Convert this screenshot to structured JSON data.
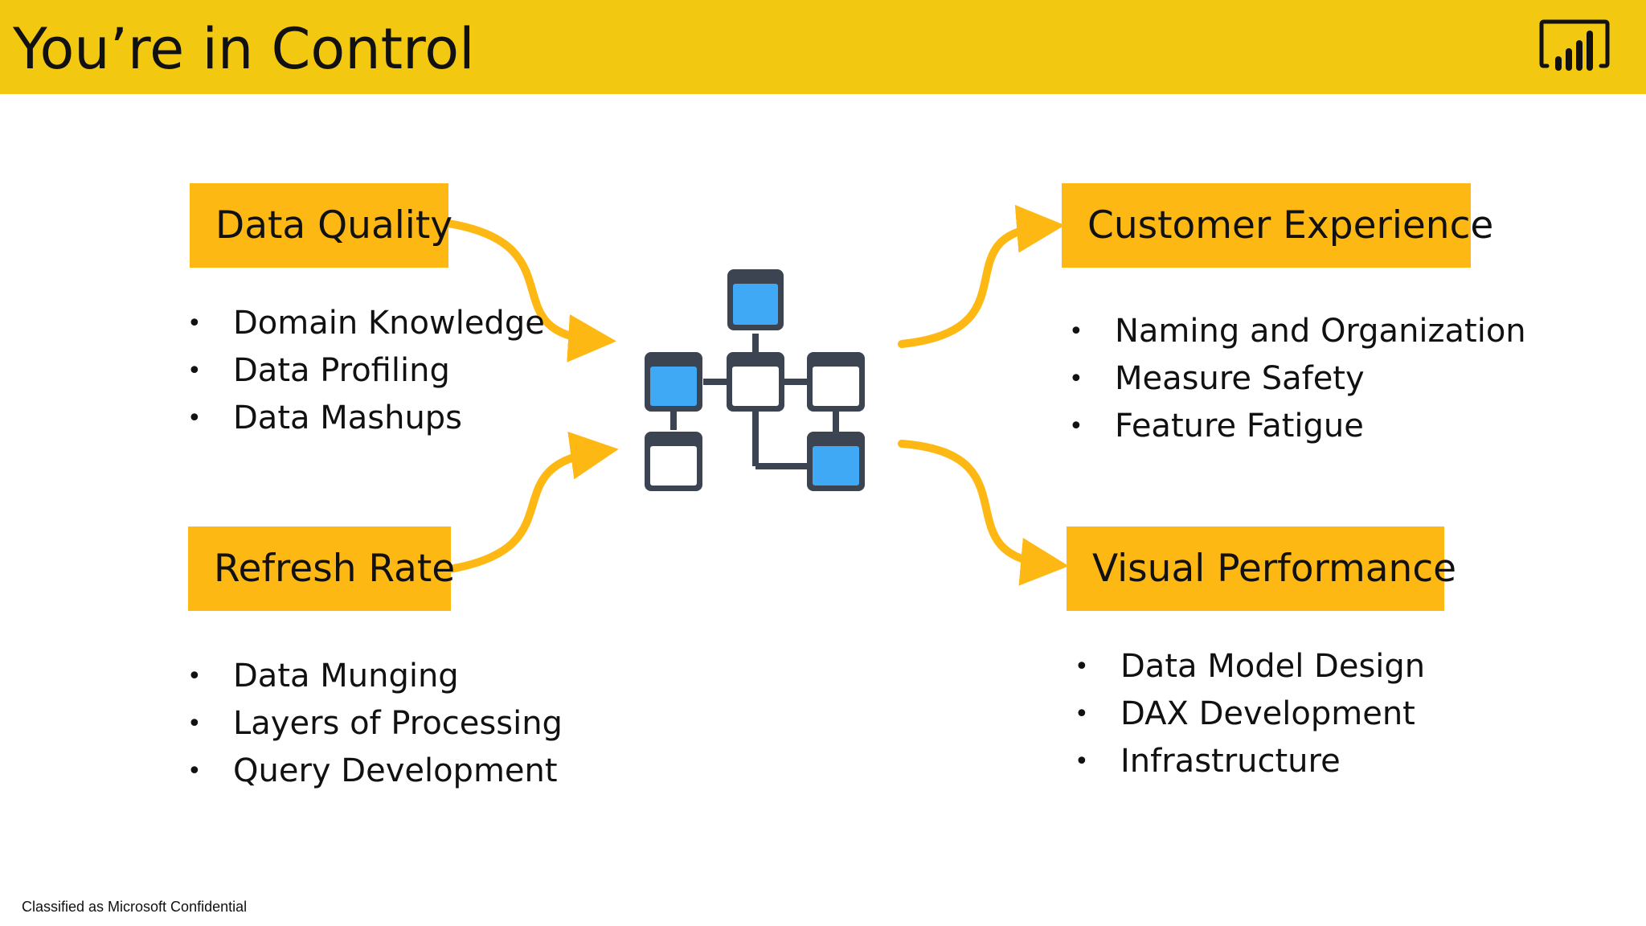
{
  "header": {
    "title": "You’re in Control",
    "logo_icon": "power-bi-icon",
    "background": "#F2C811"
  },
  "accent": "#FDB813",
  "diagram_icon": "data-model-icon",
  "sections": {
    "data_quality": {
      "title": "Data Quality",
      "items": [
        "Domain Knowledge",
        "Data Profiling",
        "Data Mashups"
      ]
    },
    "refresh_rate": {
      "title": "Refresh Rate",
      "items": [
        "Data Munging",
        "Layers of Processing",
        "Query Development"
      ]
    },
    "customer_experience": {
      "title": "Customer Experience",
      "items": [
        "Naming and Organization",
        "Measure Safety",
        "Feature Fatigue"
      ]
    },
    "visual_performance": {
      "title": "Visual Performance",
      "items": [
        "Data Model Design",
        "DAX Development",
        "Infrastructure"
      ]
    }
  },
  "footer": {
    "classification": "Classified as Microsoft Confidential"
  }
}
